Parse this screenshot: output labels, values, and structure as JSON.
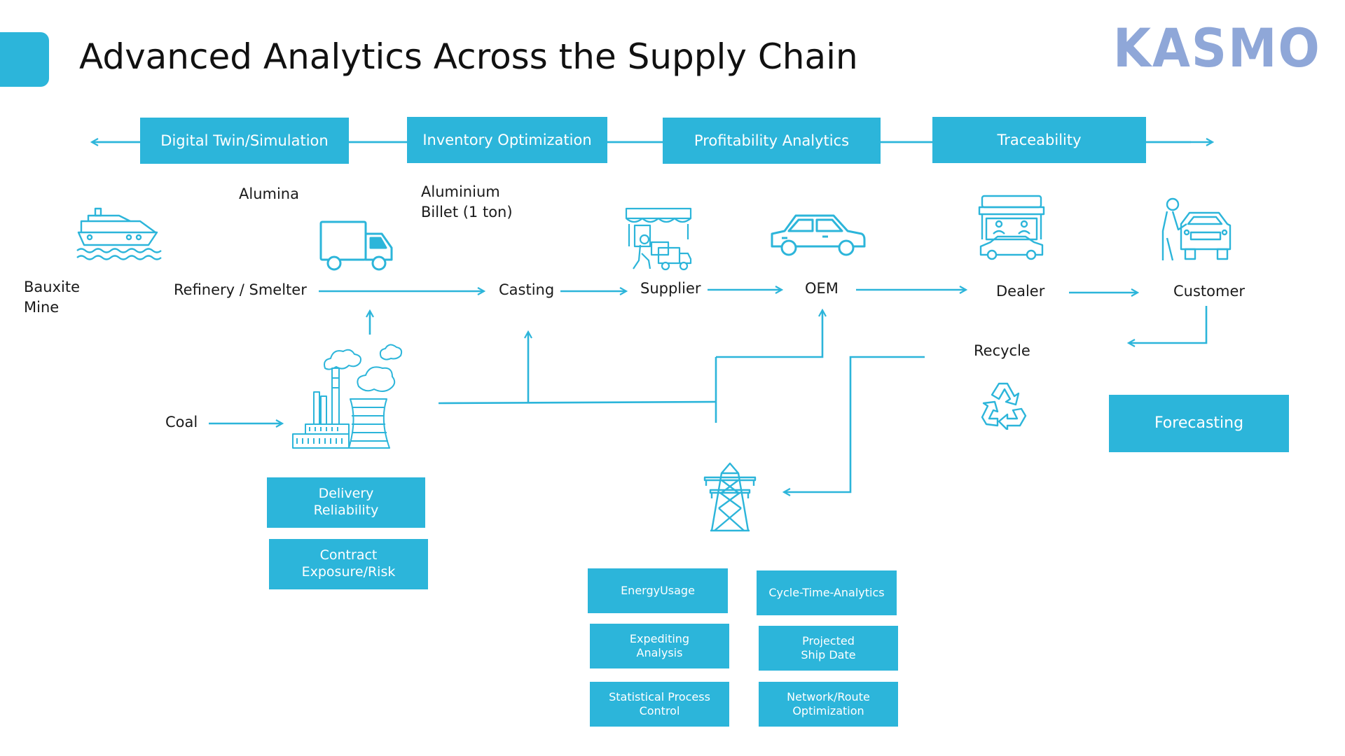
{
  "header": {
    "title": "Advanced Analytics Across the Supply Chain",
    "logo": "KASMO"
  },
  "top_boxes": [
    "Digital Twin/Simulation",
    "Inventory Optimization",
    "Profitability Analytics",
    "Traceability"
  ],
  "nodes": {
    "bauxite": "Bauxite\nMine",
    "refinery": "Refinery / Smelter",
    "alumina": "Alumina",
    "aluminium": "Aluminium\nBillet (1 ton)",
    "casting": "Casting",
    "supplier": "Supplier",
    "oem": "OEM",
    "dealer": "Dealer",
    "customer": "Customer",
    "recycle": "Recycle",
    "coal": "Coal"
  },
  "analytics_boxes": {
    "delivery": "Delivery\nReliability",
    "contract": "Contract\nExposure/Risk",
    "forecasting": "Forecasting",
    "energy": "EnergyUsage",
    "cycle": "Cycle-Time-Analytics",
    "expediting": "Expediting\nAnalysis",
    "projected": "Projected\nShip Date",
    "spc": "Statistical Process\nControl",
    "network": "Network/Route\nOptimization"
  },
  "icons": [
    "ship-icon",
    "truck-icon",
    "shop-delivery-icon",
    "car-icon",
    "dealership-icon",
    "customer-car-icon",
    "factory-icon",
    "recycle-icon",
    "power-tower-icon"
  ],
  "colors": {
    "accent": "#2cb5da",
    "logo": "#8fa7d8",
    "text": "#1a1a1a"
  }
}
